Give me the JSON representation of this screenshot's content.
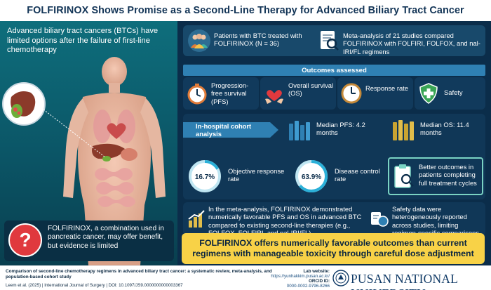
{
  "header": {
    "title": "FOLFIRINOX Shows Promise as a Second-Line Therapy for Advanced Biliary Tract Cancer"
  },
  "left": {
    "intro": "Advanced biliary tract cancers (BTCs) have limited options after the failure of first-line chemotherapy",
    "bottom_text": "FOLFIRINOX, a combination used in pancreatic cancer, may offer benefit, but evidence is limited",
    "bottom_icon": "question-mark-icon"
  },
  "top_cards": [
    {
      "text": "Patients with BTC treated with FOLFIRINOX (N = 36)",
      "icon": "patients-group-icon"
    },
    {
      "text": "Meta-analysis of 21 studies compared FOLFIRINOX with FOLFIRI, FOLFOX, and nal-IRI/FL regimens",
      "icon": "document-magnifier-icon"
    }
  ],
  "outcomes": {
    "banner": "Outcomes assessed",
    "items": [
      {
        "label": "Progression-free survival (PFS)",
        "icon": "stopwatch-icon"
      },
      {
        "label": "Overall survival (OS)",
        "icon": "heart-hands-icon"
      },
      {
        "label": "Response rate",
        "icon": "clock-icon"
      },
      {
        "label": "Safety",
        "icon": "shield-cross-icon"
      }
    ]
  },
  "cohort": {
    "banner": "In-hospital cohort analysis",
    "median_pfs": "Median PFS: 4.2 months",
    "median_os": "Median OS: 11.4 months",
    "orr_value": "16.7%",
    "orr_label": "Objective response rate",
    "orr_fraction": 0.167,
    "dcr_value": "63.9%",
    "dcr_label": "Disease control rate",
    "dcr_fraction": 0.639,
    "better_outcomes": "Better outcomes in patients completing full treatment cycles"
  },
  "meta": {
    "left_text": "In the meta-analysis, FOLFIRINOX demonstrated numerically favorable PFS and OS in advanced BTC compared to existing second-line therapies (e.g., FOLFOX, FOLFIRI, and nal-IRI/FL)",
    "right_text": "Safety data were heterogeneously reported across studies, limiting regimen-specific comparisons"
  },
  "summary": "FOLFIRINOX offers numerically favorable outcomes than current regimens with manageable toxicity through careful dose adjustment",
  "footer": {
    "citation_title": "Comparison of second-line chemotherapy regimens in advanced biliary tract cancer: a systematic review, meta-analysis, and population-based cohort study",
    "citation_info": "Leem et al. (2025) | International Journal of Surgery | DOI: 10.1097/JS9.0000000000003367",
    "lab_label": "Lab website:",
    "lab_url": "https://yunhakkim.pusan.ac.kr/",
    "orcid_label": "ORCID ID:",
    "orcid": "0000-0002-9796-8266",
    "university": "PUSAN NATIONAL UNIVERSITY"
  },
  "colors": {
    "teal_panel": "#0e6e7c",
    "navy_panel": "#0b2d4a",
    "banner_blue": "#2f80b3",
    "summary_yellow": "#f8d247",
    "ring_cyan": "#2bb0d8",
    "highlight_green": "#7ad3c3"
  }
}
